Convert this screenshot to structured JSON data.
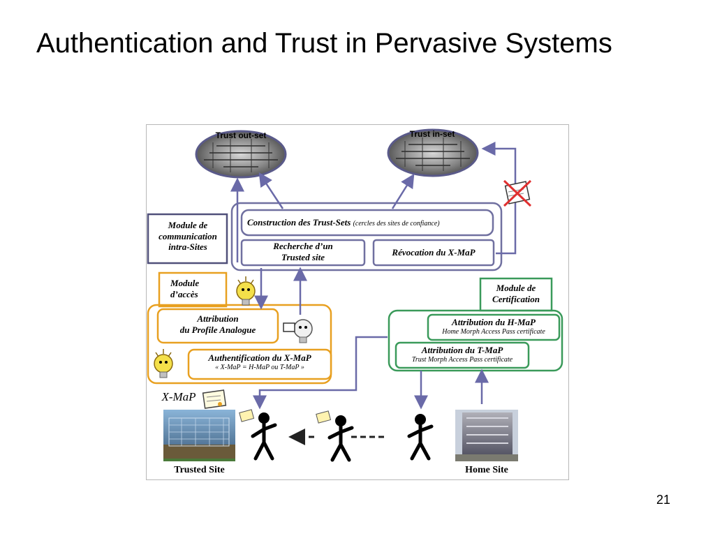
{
  "slide": {
    "title": "Authentication and Trust in Pervasive Systems",
    "page_number": "21"
  },
  "diagram": {
    "trust_out_set": "Trust out-set",
    "trust_in_set": "Trust in-set",
    "module_comm": [
      "Module de",
      "communication",
      "intra-Sites"
    ],
    "construction_main": "Construction des Trust-Sets",
    "construction_sub": "(cercles des sites de confiance)",
    "recherche": [
      "Recherche d’un",
      "Trusted site"
    ],
    "revocation": "Révocation du X-MaP",
    "module_acces": [
      "Module",
      "d’accès"
    ],
    "module_cert": [
      "Module de",
      "Certification"
    ],
    "attrib_profile": [
      "Attribution",
      "du Profile Analogue"
    ],
    "auth_xmap": "Authentification du X-MaP",
    "auth_xmap_sub": "« X-MaP = H-MaP ou T-MaP »",
    "attrib_hmap": "Attribution du H-MaP",
    "attrib_hmap_sub": "Home Morph Access Pass certificate",
    "attrib_tmap": "Attribution du T-MaP",
    "attrib_tmap_sub": "Trust Morph Access Pass certificate",
    "xmap_label": "X-MaP",
    "trusted_site": "Trusted Site",
    "home_site": "Home Site"
  },
  "colors": {
    "access_module": "#e8a020",
    "certification_module": "#3a9a5a",
    "trust_module": "#7070a0",
    "arrow": "#6a6aa8"
  }
}
